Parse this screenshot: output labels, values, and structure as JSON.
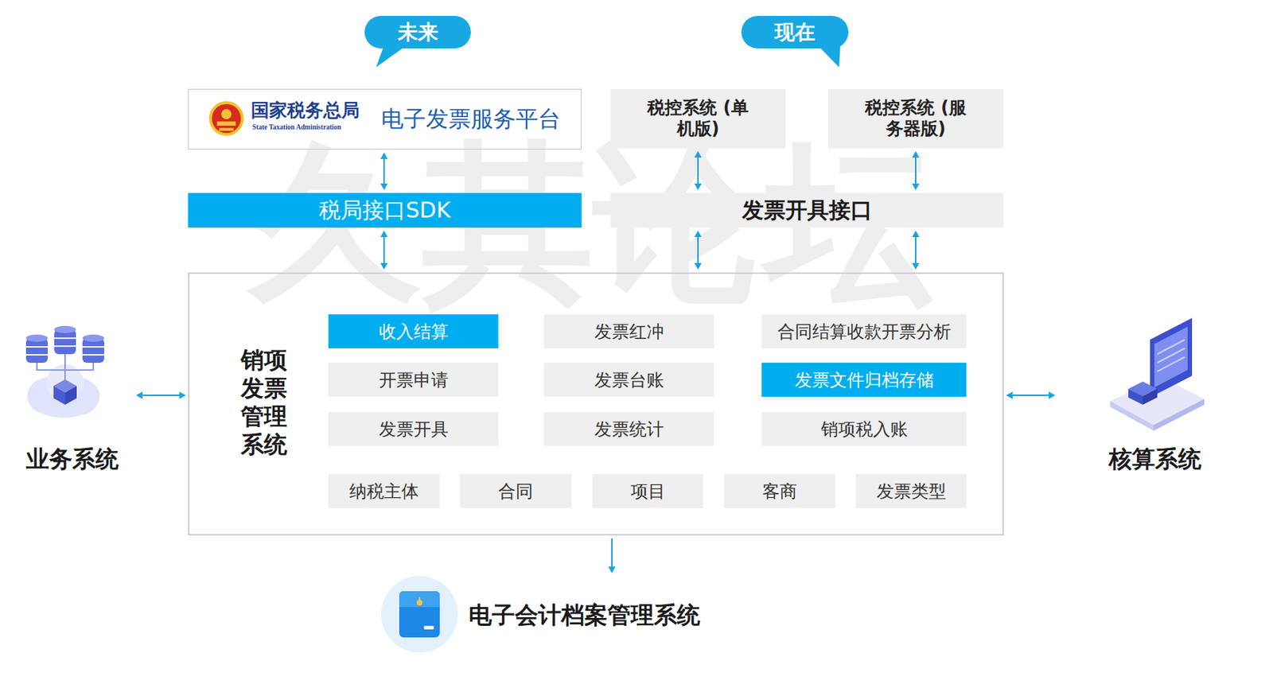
{
  "diagram": {
    "nodes": [
      {
        "text": [
          "未来"
        ]
      },
      {
        "text": [
          "现在"
        ]
      },
      {
        "text": [
          "国家税务总局",
          "State Taxation Administration",
          "电子发票服务平台"
        ]
      },
      {
        "text": [
          "税控系统 (单机版)"
        ]
      },
      {
        "text": [
          "税控系统 (服务器版)"
        ]
      },
      {
        "text": [
          "税局接口SDK"
        ]
      },
      {
        "text": [
          "发票开具接口"
        ]
      },
      {
        "text": [
          "业务系统"
        ]
      },
      {
        "text": [
          "销项 发票 管理 系统"
        ]
      },
      {
        "text": [
          "收入结算"
        ],
        "in": 8
      },
      {
        "text": [
          "发票红冲"
        ],
        "in": 8
      },
      {
        "text": [
          "合同结算收款开票分析"
        ],
        "in": 8
      },
      {
        "text": [
          "开票申请"
        ],
        "in": 8
      },
      {
        "text": [
          "发票台账"
        ],
        "in": 8
      },
      {
        "text": [
          "发票文件归档存储"
        ],
        "in": 8
      },
      {
        "text": [
          "发票开具"
        ],
        "in": 8
      },
      {
        "text": [
          "发票统计"
        ],
        "in": 8
      },
      {
        "text": [
          "销项税入账"
        ],
        "in": 8
      },
      {
        "text": [
          "纳税主体"
        ],
        "in": 8
      },
      {
        "text": [
          "合同"
        ],
        "in": 8
      },
      {
        "text": [
          "项目"
        ],
        "in": 8
      },
      {
        "text": [
          "客商"
        ],
        "in": 8
      },
      {
        "text": [
          "发票类型"
        ],
        "in": 8
      },
      {
        "text": [
          "核算系统"
        ]
      },
      {
        "text": [
          "电子会计档案管理系统"
        ]
      }
    ],
    "edges": [
      {
        "from": 2,
        "to": 5,
        "arrow": "both"
      },
      {
        "from": 5,
        "to": 8,
        "arrow": "both"
      },
      {
        "from": 3,
        "to": 6,
        "arrow": "both"
      },
      {
        "from": 4,
        "to": 6,
        "arrow": "both"
      },
      {
        "from": 6,
        "to": 8,
        "arrow": "both"
      },
      {
        "from": 6,
        "to": 8,
        "arrow": "both"
      },
      {
        "from": 7,
        "to": 8,
        "arrow": "both"
      },
      {
        "from": 8,
        "to": 23,
        "arrow": "both"
      },
      {
        "from": 8,
        "to": 24,
        "arrow": "to"
      }
    ],
    "labels": [
      "久其论坛"
    ]
  }
}
